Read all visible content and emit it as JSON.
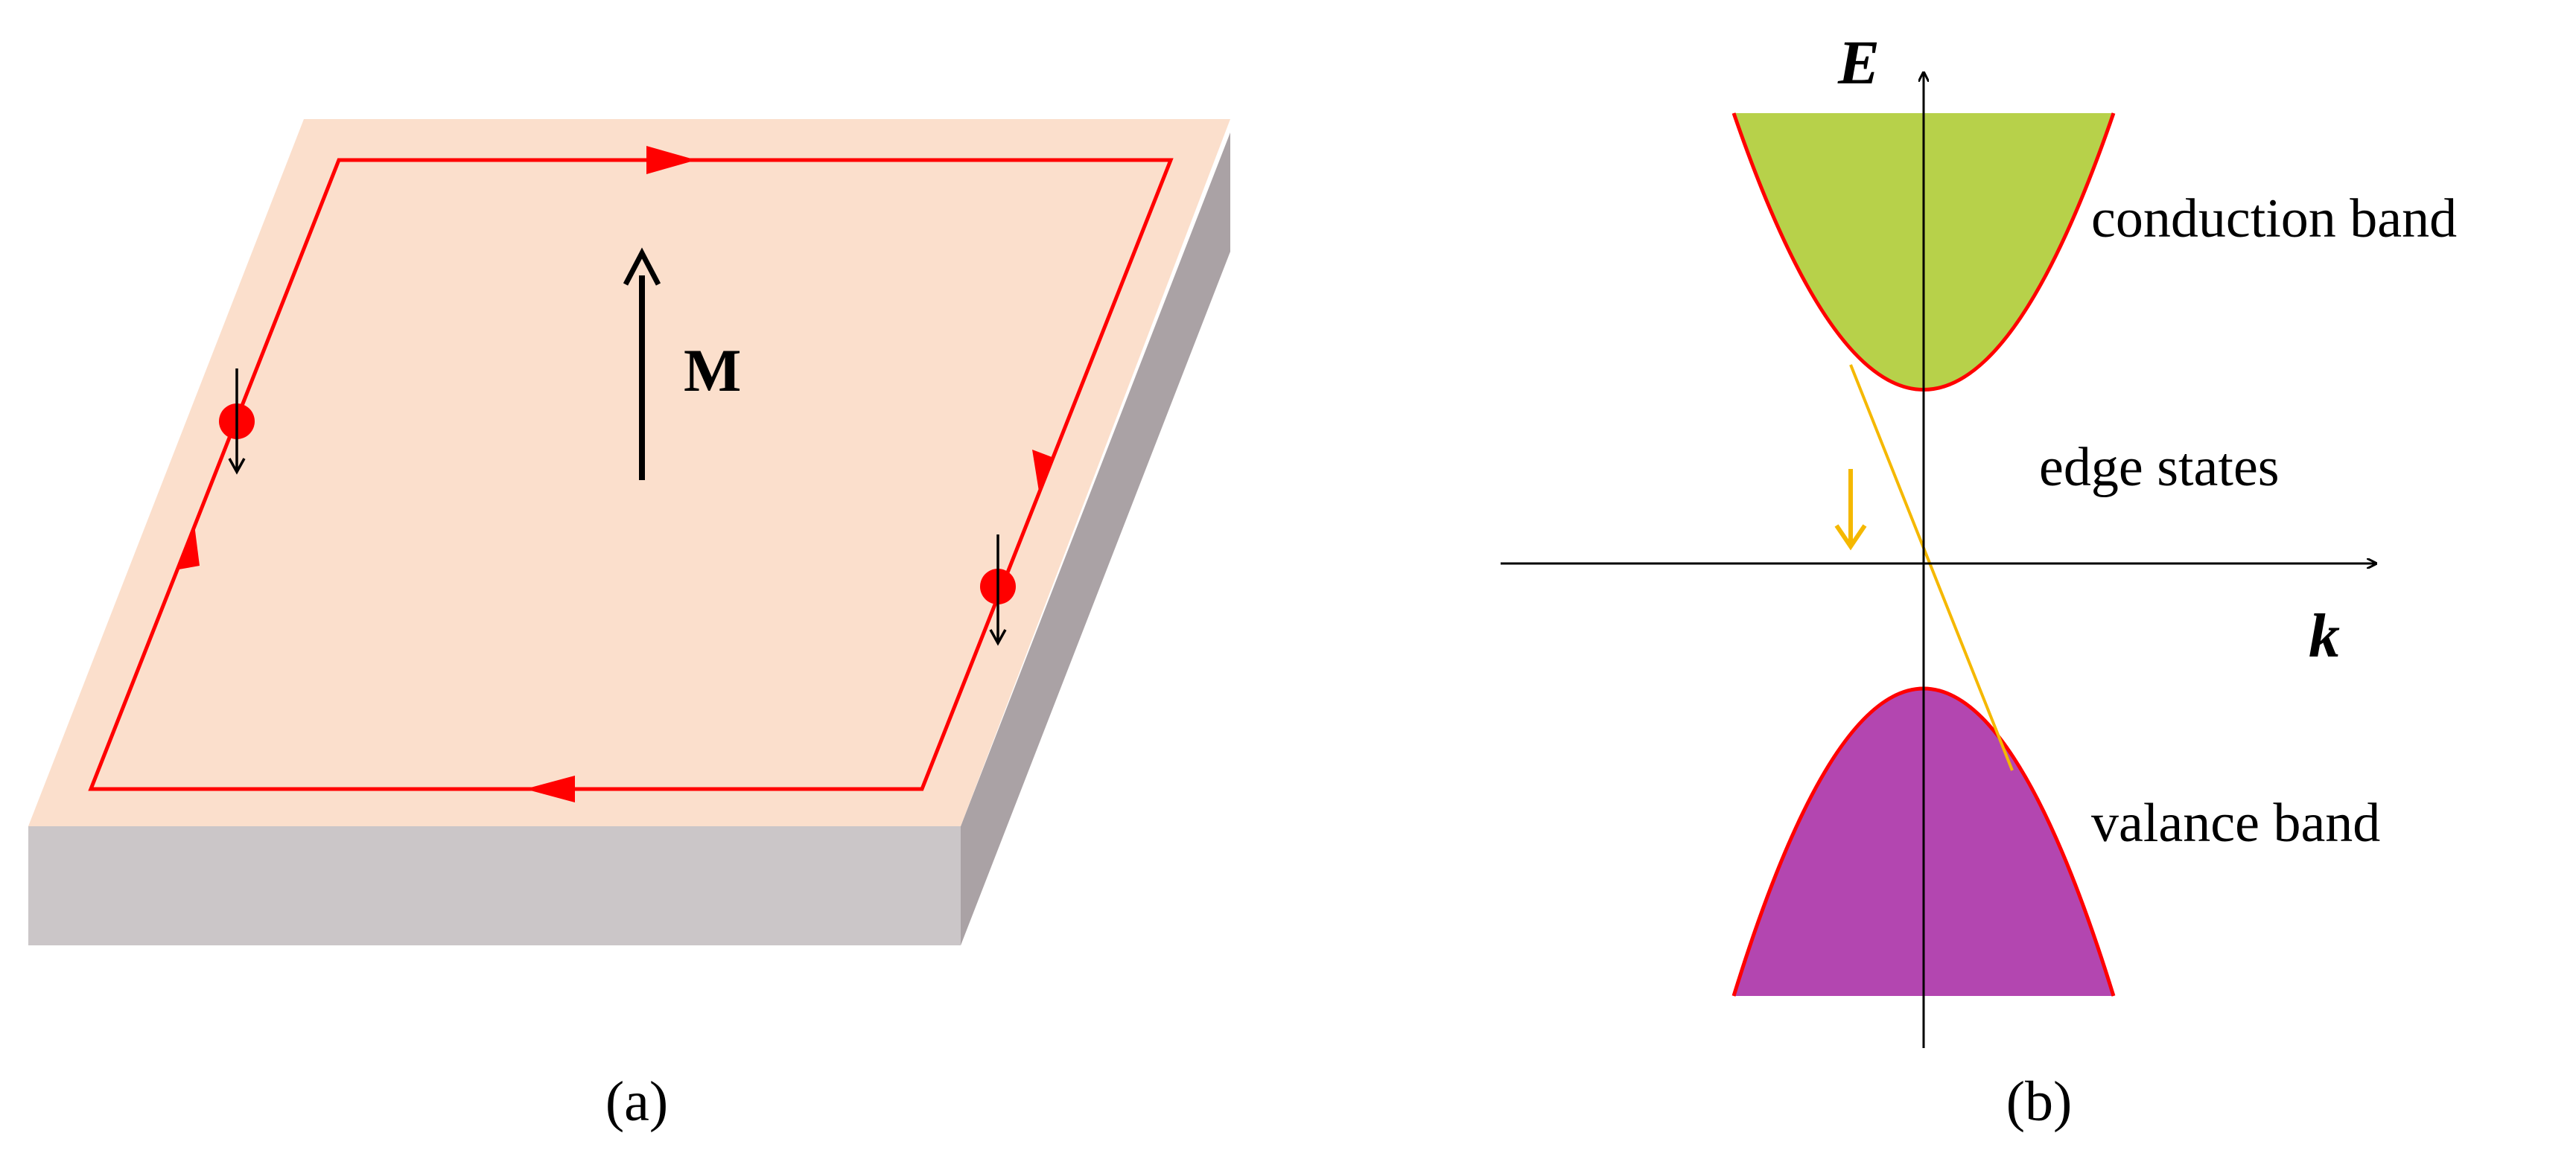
{
  "panel_a": {
    "caption": "(a)",
    "magnetization_label": "M",
    "colors": {
      "top_face": "#fbdfcc",
      "front_face": "#cbc6c8",
      "side_face": "#aaa2a5",
      "edge_current": "#ff0000",
      "electron": "#ff0000",
      "spin_arrow": "#000000"
    }
  },
  "panel_b": {
    "caption": "(b)",
    "energy_axis_label": "E",
    "momentum_axis_label": "k",
    "conduction_band_label": "conduction band",
    "edge_states_label": "edge states",
    "valence_band_label": "valance band",
    "colors": {
      "conduction_band": "#b7d14a",
      "valence_band": "#b346b0",
      "band_outline": "#ff0000",
      "edge_state": "#f5b800",
      "spin_arrow": "#f5b800",
      "axes": "#000000"
    }
  }
}
